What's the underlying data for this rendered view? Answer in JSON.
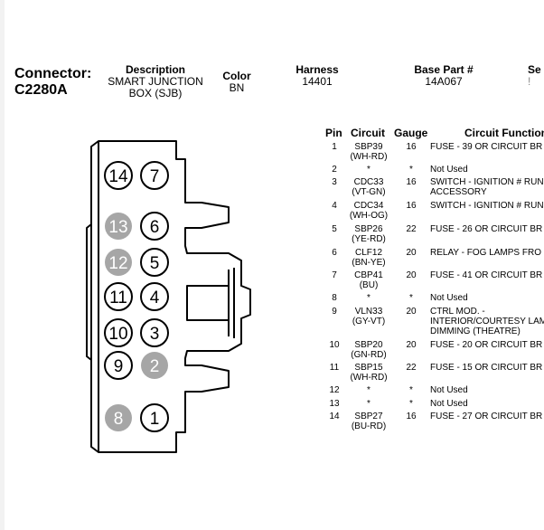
{
  "connector": {
    "label_line1": "Connector:",
    "label_line2": "C2280A"
  },
  "header": {
    "description_label": "Description",
    "description_line1": "SMART JUNCTION",
    "description_line2": "BOX (SJB)",
    "color_label": "Color",
    "color_value": "BN",
    "harness_label": "Harness",
    "harness_value": "14401",
    "base_part_label": "Base Part #",
    "base_part_value": "14A067",
    "se_label": "Se",
    "se_value": "!"
  },
  "connector_diagram": {
    "pins": [
      {
        "num": "14",
        "shaded": false
      },
      {
        "num": "7",
        "shaded": false
      },
      {
        "num": "13",
        "shaded": true
      },
      {
        "num": "6",
        "shaded": false
      },
      {
        "num": "12",
        "shaded": true
      },
      {
        "num": "5",
        "shaded": false
      },
      {
        "num": "11",
        "shaded": false
      },
      {
        "num": "4",
        "shaded": false
      },
      {
        "num": "10",
        "shaded": false
      },
      {
        "num": "3",
        "shaded": false
      },
      {
        "num": "9",
        "shaded": false
      },
      {
        "num": "2",
        "shaded": true
      },
      {
        "num": "8",
        "shaded": true
      },
      {
        "num": "1",
        "shaded": false
      }
    ],
    "shade_color": "#a6a6a6"
  },
  "table": {
    "headers": {
      "pin": "Pin",
      "circuit": "Circuit",
      "gauge": "Gauge",
      "function": "Circuit Function"
    },
    "rows": [
      {
        "pin": "1",
        "circuit": "SBP39",
        "color": "(WH-RD)",
        "gauge": "16",
        "function": "FUSE - 39 OR CIRCUIT BR"
      },
      {
        "pin": "2",
        "circuit": "*",
        "color": "",
        "gauge": "*",
        "function": "Not Used"
      },
      {
        "pin": "3",
        "circuit": "CDC33",
        "color": "(VT-GN)",
        "gauge": "16",
        "function": "SWITCH - IGNITION # RUN",
        "function2": "ACCESSORY"
      },
      {
        "pin": "4",
        "circuit": "CDC34",
        "color": "(WH-OG)",
        "gauge": "16",
        "function": "SWITCH - IGNITION # RUN"
      },
      {
        "pin": "5",
        "circuit": "SBP26",
        "color": "(YE-RD)",
        "gauge": "22",
        "function": "FUSE - 26 OR CIRCUIT BR"
      },
      {
        "pin": "6",
        "circuit": "CLF12",
        "color": "(BN-YE)",
        "gauge": "20",
        "function": "RELAY - FOG LAMPS FRO"
      },
      {
        "pin": "7",
        "circuit": "CBP41",
        "color": "(BU)",
        "gauge": "20",
        "function": "FUSE - 41 OR CIRCUIT BR"
      },
      {
        "pin": "8",
        "circuit": "*",
        "color": "",
        "gauge": "*",
        "function": "Not Used"
      },
      {
        "pin": "9",
        "circuit": "VLN33",
        "color": "(GY-VT)",
        "gauge": "20",
        "function": "CTRL MOD. -",
        "function2": "INTERIOR/COURTESY LAM",
        "function3": "DIMMING (THEATRE)"
      },
      {
        "pin": "10",
        "circuit": "SBP20",
        "color": "(GN-RD)",
        "gauge": "20",
        "function": "FUSE - 20 OR CIRCUIT BR"
      },
      {
        "pin": "11",
        "circuit": "SBP15",
        "color": "(WH-RD)",
        "gauge": "22",
        "function": "FUSE - 15 OR CIRCUIT BR"
      },
      {
        "pin": "12",
        "circuit": "*",
        "color": "",
        "gauge": "*",
        "function": "Not Used"
      },
      {
        "pin": "13",
        "circuit": "*",
        "color": "",
        "gauge": "*",
        "function": "Not Used"
      },
      {
        "pin": "14",
        "circuit": "SBP27",
        "color": "(BU-RD)",
        "gauge": "16",
        "function": "FUSE - 27 OR CIRCUIT BR"
      }
    ]
  }
}
